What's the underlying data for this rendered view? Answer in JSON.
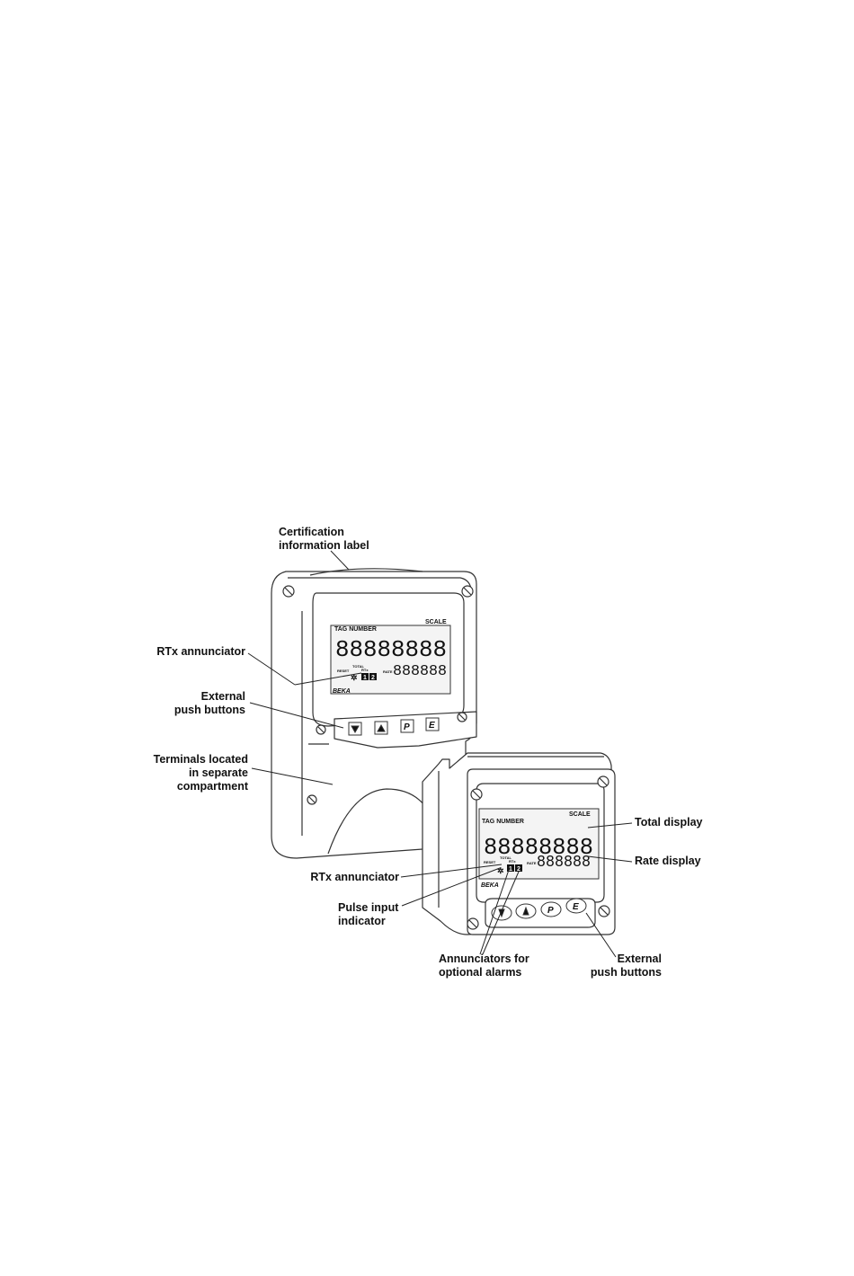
{
  "callouts": {
    "certification_label": {
      "line1": "Certification",
      "line2": "information label"
    },
    "rtx_annunciator_upper": {
      "line1": "RTx annunciator"
    },
    "external_push_buttons_upper": {
      "line1": "External",
      "line2": "push buttons"
    },
    "terminals": {
      "line1": "Terminals located",
      "line2": "in separate",
      "line3": "compartment"
    },
    "total_display": {
      "line1": "Total display"
    },
    "rate_display": {
      "line1": "Rate display"
    },
    "rtx_annunciator_lower": {
      "line1": "RTx annunciator"
    },
    "pulse_input_indicator": {
      "line1": "Pulse input",
      "line2": "indicator"
    },
    "annunciators_alarms": {
      "line1": "Annunciators for",
      "line2": "optional alarms"
    },
    "external_push_buttons_lower": {
      "line1": "External",
      "line2": "push buttons"
    }
  },
  "instrument_large": {
    "tag_number": "TAG NUMBER",
    "scale": "SCALE",
    "total_digits": "88888888",
    "rate_digits": "888888",
    "reset_label": "RESET",
    "total_label": "TOTAL",
    "rtx_label": "RTx",
    "rate_label": "RATE",
    "alarm1": "1",
    "alarm2": "2",
    "brand": "BEKA",
    "buttons": {
      "down_icon": "down-arrow-icon",
      "up_icon": "up-arrow-icon",
      "p": "P",
      "e": "E"
    }
  },
  "instrument_small": {
    "tag_number": "TAG NUMBER",
    "scale": "SCALE",
    "total_digits": "88888888",
    "rate_digits": "888888",
    "reset_label": "RESET",
    "total_label": "TOTAL",
    "rtx_label": "RTx",
    "rate_label": "RATE",
    "alarm1": "1",
    "alarm2": "2",
    "brand": "BEKA",
    "buttons": {
      "down_icon": "down-arrow-icon",
      "up_icon": "up-arrow-icon",
      "p": "P",
      "e": "E"
    }
  },
  "colors": {
    "line": "#333333",
    "body": "#ffffff",
    "screen": "#f4f4f4"
  }
}
